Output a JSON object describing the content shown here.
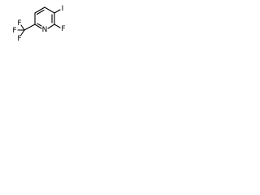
{
  "molecule": {
    "ring_nitrogen": "N",
    "atoms": {
      "fluorine_top": "F",
      "fluorine_left": "F",
      "fluorine_bottom": "F",
      "fluorine_ring": "F",
      "iodine": "I"
    },
    "colors": {
      "bond": "#000000",
      "label": "#000000",
      "background": "#ffffff"
    }
  }
}
